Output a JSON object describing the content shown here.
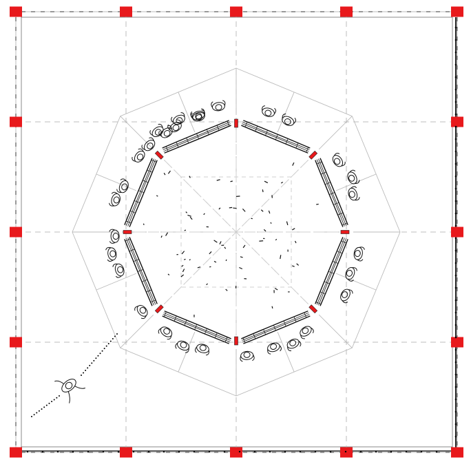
{
  "drawing": {
    "type": "architectural-floor-plan",
    "description_visible_text": [],
    "colors": {
      "background": "#ffffff",
      "column": "#e8191c",
      "outline": "#222222",
      "bench_hatch": "#111111",
      "grid": "#bdbdbd",
      "guide": "#c9c9c9",
      "path_dots": "#000000"
    },
    "column_grid": {
      "columns": 5,
      "rows": 5,
      "perimeter_only": true
    },
    "octagon_ring": {
      "sides": 8,
      "post_count": 8,
      "bench_segments": 8,
      "sectors_per_side": 2
    },
    "figures": {
      "seated_people_count": 30,
      "walking_person": 1
    }
  }
}
